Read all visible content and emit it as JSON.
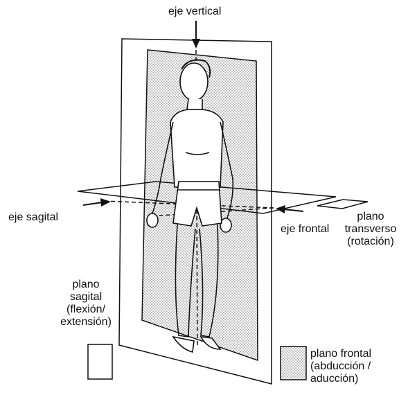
{
  "labels": {
    "eje_vertical": "eje vertical",
    "eje_sagital": "eje sagital",
    "eje_frontal": "eje frontal",
    "plano_transverso": [
      "plano",
      "transverso",
      "(rotación)"
    ],
    "plano_sagital": [
      "plano",
      "sagital",
      "(flexión/",
      "extensión)"
    ],
    "plano_frontal": [
      "plano frontal",
      "(abducción /",
      "aducción)"
    ]
  },
  "colors": {
    "ink": "#111111",
    "background": "#ffffff",
    "stipple": "#6f6f6f"
  },
  "icons": [
    "arrow-down-icon",
    "arrow-right-icon",
    "arrow-left-icon"
  ]
}
